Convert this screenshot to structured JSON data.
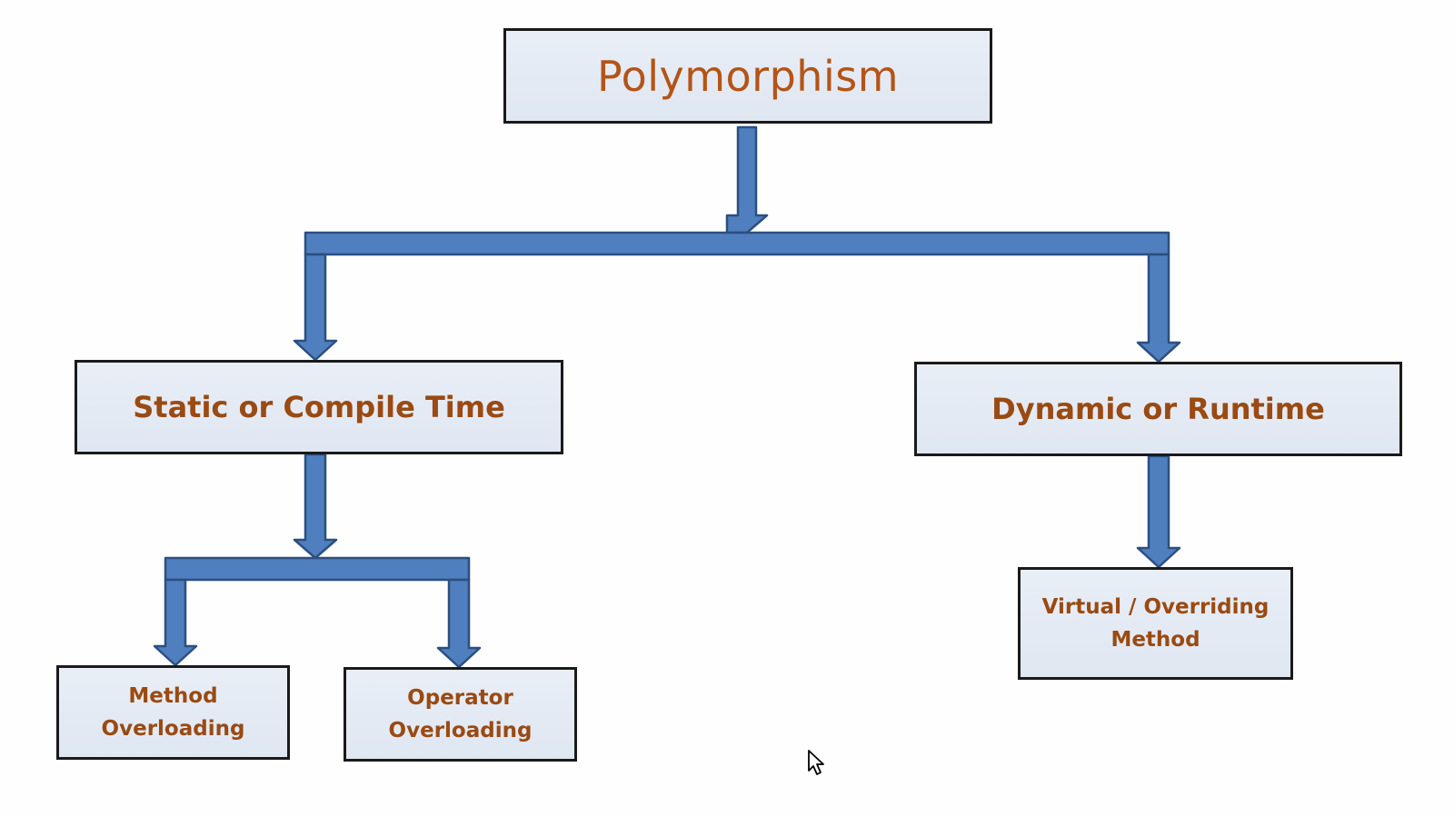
{
  "diagram": {
    "root": {
      "label": "Polymorphism"
    },
    "static": {
      "label": "Static or Compile Time"
    },
    "dynamic": {
      "label": "Dynamic or Runtime"
    },
    "method_overloading": {
      "line1": "Method",
      "line2": "Overloading"
    },
    "operator_overloading": {
      "line1": "Operator",
      "line2": "Overloading"
    },
    "virtual_method": {
      "line1": "Virtual / Overriding",
      "line2": "Method"
    }
  },
  "colors": {
    "node_fill": "#e3eaf4",
    "node_border": "#1a1a1a",
    "text": "#9a4a12",
    "connector_fill": "#4f7fbf",
    "connector_stroke": "#2c4f80"
  }
}
